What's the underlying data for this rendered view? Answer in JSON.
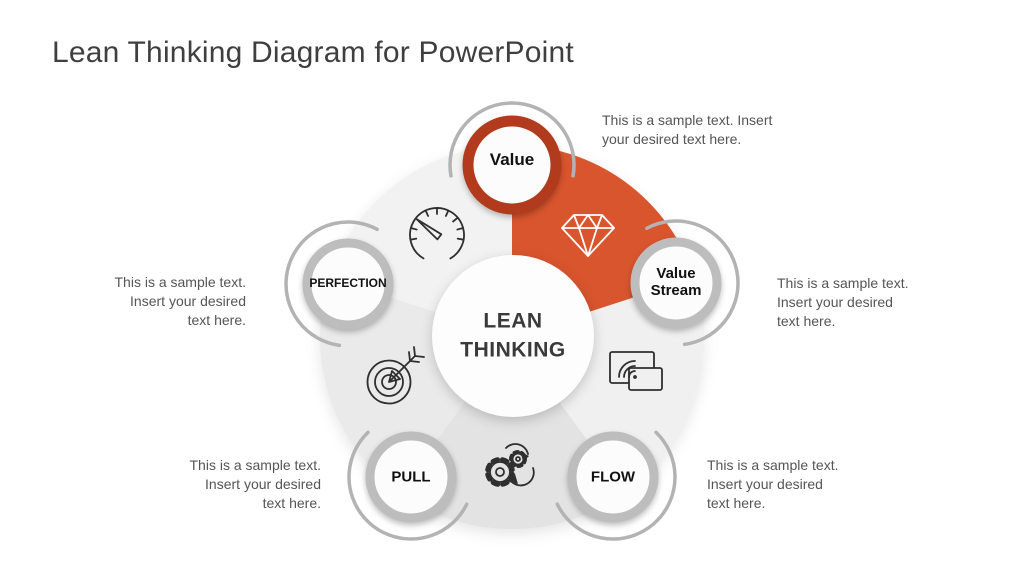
{
  "slide": {
    "title": "Lean Thinking Diagram for PowerPoint"
  },
  "diagram": {
    "center_label": "LEAN\nTHINKING",
    "accent_color": "#D9552E",
    "value_ring_color": "#B23A1D",
    "gray_ring_color": "#BDBDBD",
    "sector_icons": [
      "speedometer-icon",
      "gem-icon",
      "cast-screen-icon",
      "process-gears-icon",
      "target-icon"
    ],
    "nodes": [
      {
        "id": "value",
        "label": "Value",
        "highlighted": true,
        "description": "This is a sample text. Insert\nyour desired text here."
      },
      {
        "id": "value-stream",
        "label": "Value\nStream",
        "highlighted": false,
        "description": "This is a sample text.\nInsert your desired\ntext here."
      },
      {
        "id": "flow",
        "label": "FLOW",
        "highlighted": false,
        "description": "This is a sample text.\nInsert your desired\ntext here."
      },
      {
        "id": "pull",
        "label": "PULL",
        "highlighted": false,
        "description": "This is a sample text.\nInsert your desired\ntext here."
      },
      {
        "id": "perfection",
        "label": "PERFECTION",
        "highlighted": false,
        "description": "This is a sample text.\nInsert your desired\ntext here."
      }
    ]
  }
}
